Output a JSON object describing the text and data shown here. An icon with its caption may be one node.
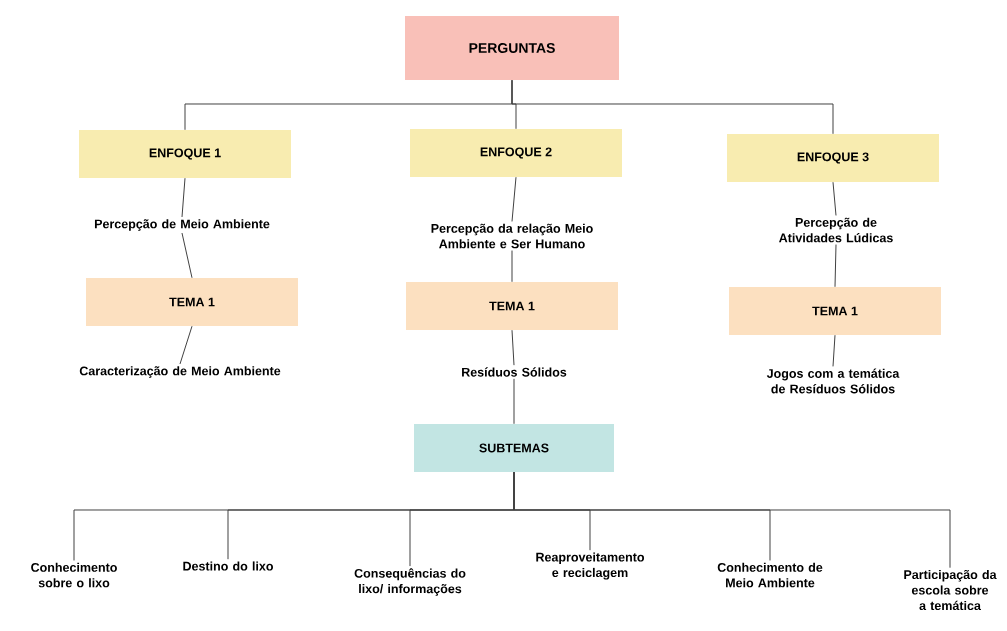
{
  "diagram": {
    "nodes": [
      {
        "text": [
          "PERGUNTAS"
        ]
      },
      {
        "text": [
          "ENFOQUE 1"
        ]
      },
      {
        "text": [
          "ENFOQUE 2"
        ]
      },
      {
        "text": [
          "ENFOQUE 3"
        ]
      },
      {
        "text": [
          "Percepção de Meio Ambiente"
        ]
      },
      {
        "text": [
          "Percepção da relação Meio Ambiente e Ser Humano"
        ]
      },
      {
        "text": [
          "Percepção de Atividades Lúdicas"
        ]
      },
      {
        "text": [
          "TEMA 1"
        ]
      },
      {
        "text": [
          "TEMA 1"
        ]
      },
      {
        "text": [
          "TEMA 1"
        ]
      },
      {
        "text": [
          "Caracterização de Meio Ambiente"
        ]
      },
      {
        "text": [
          "Resíduos Sólidos"
        ]
      },
      {
        "text": [
          "Jogos com a temática de Resíduos Sólidos"
        ]
      },
      {
        "text": [
          "SUBTEMAS"
        ]
      },
      {
        "text": [
          "Conhecimento sobre o lixo"
        ]
      },
      {
        "text": [
          "Destino do lixo"
        ]
      },
      {
        "text": [
          "Consequências do lixo/ informações"
        ]
      },
      {
        "text": [
          "Reaproveitamento e reciclagem"
        ]
      },
      {
        "text": [
          "Conhecimento de Meio Ambiente"
        ]
      },
      {
        "text": [
          "Participação da escola sobre a temática"
        ]
      }
    ],
    "edges": [
      {
        "from": 0,
        "to": 1,
        "arrow": "none"
      },
      {
        "from": 0,
        "to": 2,
        "arrow": "none"
      },
      {
        "from": 0,
        "to": 3,
        "arrow": "none"
      },
      {
        "from": 1,
        "to": 4,
        "arrow": "none"
      },
      {
        "from": 2,
        "to": 5,
        "arrow": "none"
      },
      {
        "from": 3,
        "to": 6,
        "arrow": "none"
      },
      {
        "from": 4,
        "to": 7,
        "arrow": "none"
      },
      {
        "from": 5,
        "to": 8,
        "arrow": "none"
      },
      {
        "from": 6,
        "to": 9,
        "arrow": "none"
      },
      {
        "from": 7,
        "to": 10,
        "arrow": "none"
      },
      {
        "from": 8,
        "to": 11,
        "arrow": "none"
      },
      {
        "from": 9,
        "to": 12,
        "arrow": "none"
      },
      {
        "from": 11,
        "to": 13,
        "arrow": "none"
      },
      {
        "from": 13,
        "to": 14,
        "arrow": "none"
      },
      {
        "from": 13,
        "to": 15,
        "arrow": "none"
      },
      {
        "from": 13,
        "to": 16,
        "arrow": "none"
      },
      {
        "from": 13,
        "to": 17,
        "arrow": "none"
      },
      {
        "from": 13,
        "to": 18,
        "arrow": "none"
      },
      {
        "from": 13,
        "to": 19,
        "arrow": "none"
      }
    ]
  }
}
